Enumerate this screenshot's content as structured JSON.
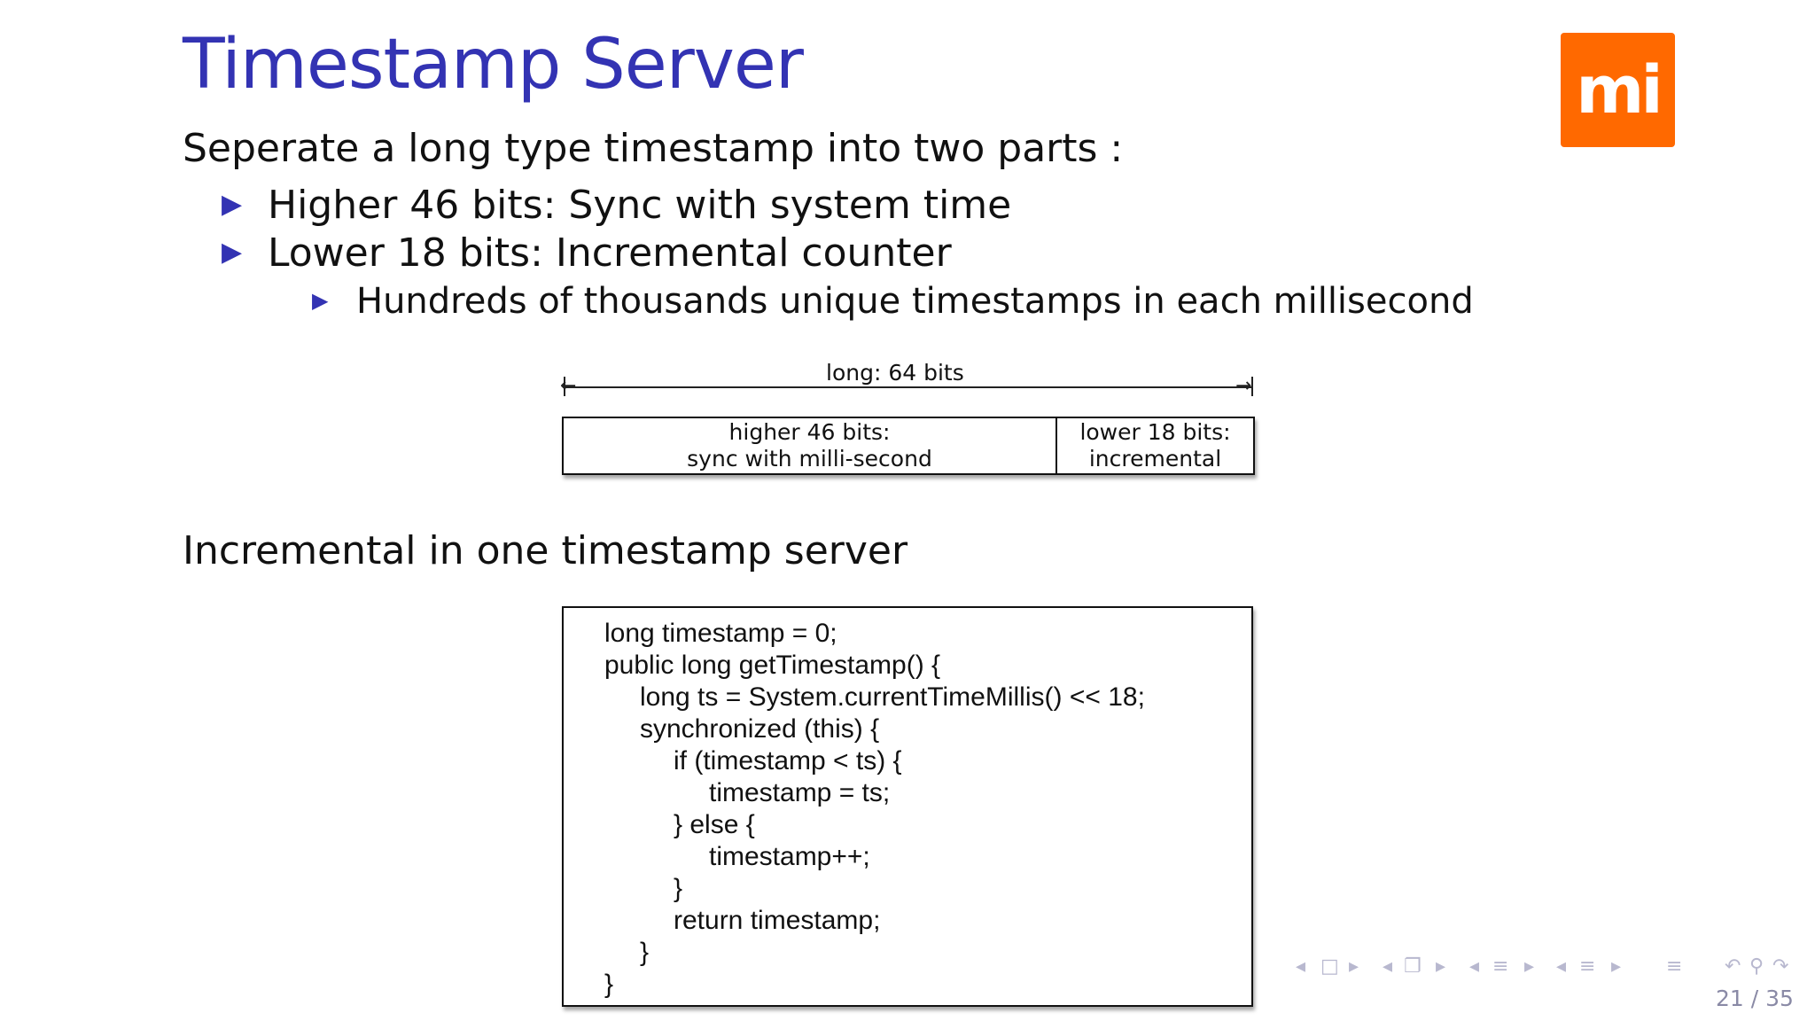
{
  "slide": {
    "title": "Timestamp Server",
    "logo_text": "mi",
    "intro": "Seperate a long type timestamp into two parts :",
    "bullets": [
      "Higher 46 bits: Sync with system time",
      "Lower 18 bits: Incremental counter"
    ],
    "sub_bullet": "Hundreds of thousands unique timestamps in each millisecond",
    "bullet_marker": "▶",
    "diagram": {
      "total_label": "long: 64 bits",
      "high_line1": "higher 46 bits:",
      "high_line2": "sync with milli-second",
      "low_line1": "lower 18 bits:",
      "low_line2": "incremental"
    },
    "section2": "Incremental in one timestamp server",
    "code": [
      "long timestamp = 0;",
      "public long getTimestamp() {",
      "long ts = System.currentTimeMillis() << 18;",
      "synchronized (this) {",
      "if (timestamp < ts) {",
      "timestamp = ts;",
      "} else {",
      "timestamp++;",
      "}",
      "return timestamp;",
      "}",
      "}"
    ],
    "page": "21 / 35"
  },
  "colors": {
    "title": "#3333b3",
    "logo_bg": "#ff6900"
  }
}
